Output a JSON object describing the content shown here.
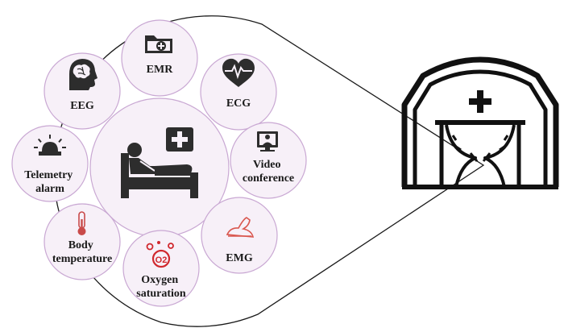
{
  "nodes": {
    "emr": {
      "label_lines": [
        "EMR"
      ],
      "icon": "folder-plus-icon"
    },
    "ecg": {
      "label_lines": [
        "ECG"
      ],
      "icon": "heart-pulse-icon"
    },
    "video": {
      "label_lines": [
        "Video",
        "conference"
      ],
      "icon": "video-conference-icon"
    },
    "emg": {
      "label_lines": [
        "EMG"
      ],
      "icon": "flexed-arm-icon"
    },
    "oxygen": {
      "label_lines": [
        "Oxygen",
        "saturation"
      ],
      "icon": "o2-molecule-icon"
    },
    "temp": {
      "label_lines": [
        "Body",
        "temperature"
      ],
      "icon": "thermometer-icon"
    },
    "alarm": {
      "label_lines": [
        "Telemetry",
        "alarm"
      ],
      "icon": "siren-icon"
    },
    "eeg": {
      "label_lines": [
        "EEG"
      ],
      "icon": "head-brain-icon"
    }
  },
  "center": {
    "icon": "patient-bed-icon"
  },
  "destination": {
    "icon": "field-hospital-tent-icon"
  },
  "colors": {
    "node_fill": "#f7f0f8",
    "node_stroke": "#c9a8d3",
    "icon_dark": "#222222",
    "oxygen_accent": "#d0282e",
    "thermo_accent": "#c94a4a",
    "emg_accent": "#d9574f"
  }
}
